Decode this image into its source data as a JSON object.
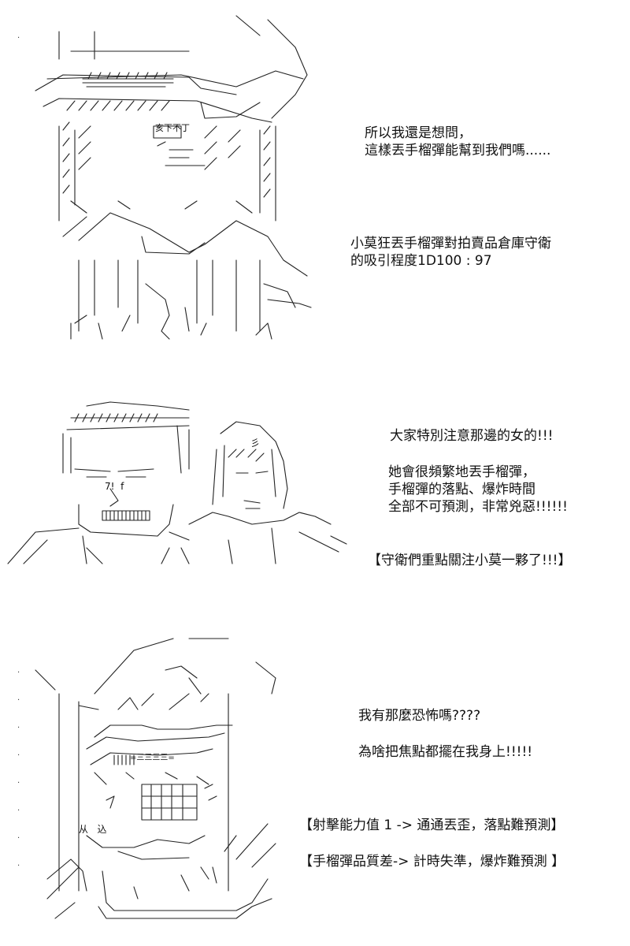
{
  "panel1": {
    "dialogue": [
      "所以我還是想問，",
      "這樣丟手榴彈能幫到我們嗎......"
    ],
    "roll": [
      "小莫狂丟手榴彈對拍賣品倉庫守衛",
      "的吸引程度1D100 : 97"
    ],
    "art_text": "亥下不丁"
  },
  "panel2": {
    "dialogue1": "大家特別注意那邊的女的!!!",
    "dialogue2": [
      "她會很頻繁地丟手榴彈，",
      "手榴彈的落點、爆炸時間",
      "全部不可預測，非常兇惡!!!!!!"
    ],
    "narration": "【守衛們重點關注小莫一夥了!!!】",
    "art_text1": "7!  f",
    "art_text2": "彡"
  },
  "panel3": {
    "dialogue1": "我有那麼恐怖嗎????",
    "dialogue2": "為啥把焦點都擺在我身上!!!!!",
    "note1": "【射擊能力值 1 -> 通通丟歪，落點難預測】",
    "note2": "【手榴彈品質差-> 計時失準，爆炸難預測 】",
    "art_text1": "从   込",
    "art_text2": "=三三三三="
  }
}
